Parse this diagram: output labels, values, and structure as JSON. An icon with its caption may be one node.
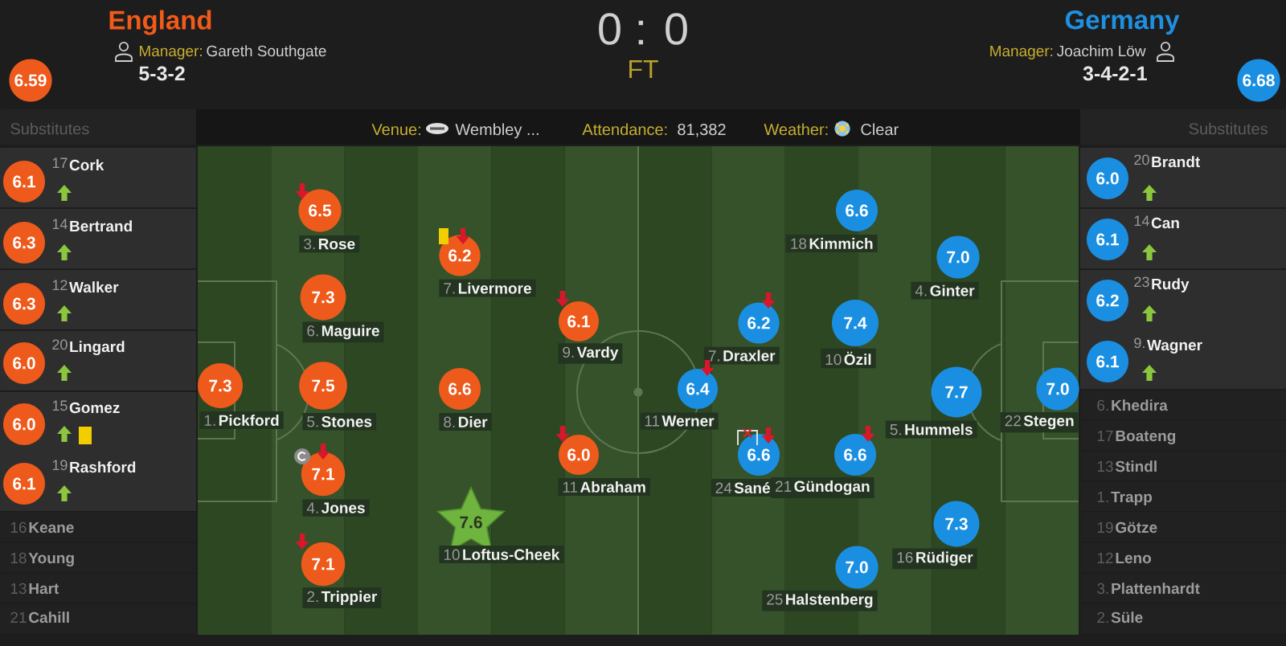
{
  "diagram": {
    "nodes": [
      {
        "text": [
          "6.59"
        ]
      },
      {
        "text": [
          "6.68"
        ]
      },
      {
        "text": [
          "6.1"
        ],
        "beside": [
          "17",
          "Cork"
        ]
      },
      {
        "text": [
          "6.3"
        ],
        "beside": [
          "14",
          "Bertrand"
        ]
      },
      {
        "text": [
          "6.3"
        ],
        "beside": [
          "12",
          "Walker"
        ]
      },
      {
        "text": [
          "6.0"
        ],
        "beside": [
          "20",
          "Lingard"
        ]
      },
      {
        "text": [
          "6.0"
        ],
        "beside": [
          "15",
          "Gomez"
        ]
      },
      {
        "text": [
          "6.1"
        ],
        "beside": [
          "19",
          "Rashford"
        ]
      },
      {
        "text": [
          "7.3"
        ],
        "beside": [
          "1.",
          "Pickford"
        ]
      },
      {
        "text": [
          "6.5"
        ],
        "beside": [
          "3.",
          "Rose"
        ]
      },
      {
        "text": [
          "7.3"
        ],
        "beside": [
          "6.",
          "Maguire"
        ]
      },
      {
        "text": [
          "7.5"
        ],
        "beside": [
          "5.",
          "Stones"
        ]
      },
      {
        "text": [
          "7.1"
        ],
        "beside": [
          "4.",
          "Jones"
        ]
      },
      {
        "text": [
          "7.1"
        ],
        "beside": [
          "2.",
          "Trippier"
        ]
      },
      {
        "text": [
          "6.2"
        ],
        "beside": [
          "7.",
          "Livermore"
        ]
      },
      {
        "text": [
          "6.6"
        ],
        "beside": [
          "8.",
          "Dier"
        ]
      },
      {
        "text": [
          "7.6"
        ],
        "beside": [
          "10",
          "Loftus-Cheek"
        ]
      },
      {
        "text": [
          "6.1"
        ],
        "beside": [
          "9.",
          "Vardy"
        ]
      },
      {
        "text": [
          "6.0"
        ],
        "beside": [
          "11",
          "Abraham"
        ]
      },
      {
        "text": [
          "6.6"
        ],
        "beside": [
          "18",
          "Kimmich"
        ]
      },
      {
        "text": [
          "7.0"
        ],
        "beside": [
          "4.",
          "Ginter"
        ]
      },
      {
        "text": [
          "6.2"
        ],
        "beside": [
          "7.",
          "Draxler"
        ]
      },
      {
        "text": [
          "7.4"
        ],
        "beside": [
          "10",
          "Özil"
        ]
      },
      {
        "text": [
          "6.4"
        ],
        "beside": [
          "11",
          "Werner"
        ]
      },
      {
        "text": [
          "7.7"
        ],
        "beside": [
          "5.",
          "Hummels"
        ]
      },
      {
        "text": [
          "7.0"
        ],
        "beside": [
          "22",
          "Stegen"
        ]
      },
      {
        "text": [
          "6.6"
        ],
        "beside": [
          "24",
          "Sané"
        ]
      },
      {
        "text": [
          "6.6"
        ],
        "beside": [
          "21",
          "Gündogan"
        ]
      },
      {
        "text": [
          "7.3"
        ],
        "beside": [
          "16",
          "Rüdiger"
        ]
      },
      {
        "text": [
          "7.0"
        ],
        "beside": [
          "25",
          "Halstenberg"
        ]
      },
      {
        "text": [
          "6.0"
        ],
        "beside": [
          "20",
          "Brandt"
        ]
      },
      {
        "text": [
          "6.1"
        ],
        "beside": [
          "14",
          "Can"
        ]
      },
      {
        "text": [
          "6.2"
        ],
        "beside": [
          "23",
          "Rudy"
        ]
      },
      {
        "text": [
          "6.1"
        ],
        "beside": [
          "9.",
          "Wagner"
        ]
      }
    ],
    "labels": [
      "England",
      "Manager:",
      "Gareth Southgate",
      "5-3-2",
      "0 : 0",
      "FT",
      "Germany",
      "Manager:",
      "Joachim Löw",
      "3-4-2-1",
      "Substitutes",
      "Venue:",
      "Wembley ...",
      "Attendance:",
      "81,382",
      "Weather:",
      "Clear",
      "Substitutes",
      "16",
      "Keane",
      "18",
      "Young",
      "13",
      "Hart",
      "21",
      "Cahill",
      "6.",
      "Khedira",
      "17",
      "Boateng",
      "13",
      "Stindl",
      "1.",
      "Trapp",
      "19",
      "Götze",
      "12",
      "Leno",
      "3.",
      "Plattenhardt",
      "2.",
      "Süle"
    ]
  }
}
